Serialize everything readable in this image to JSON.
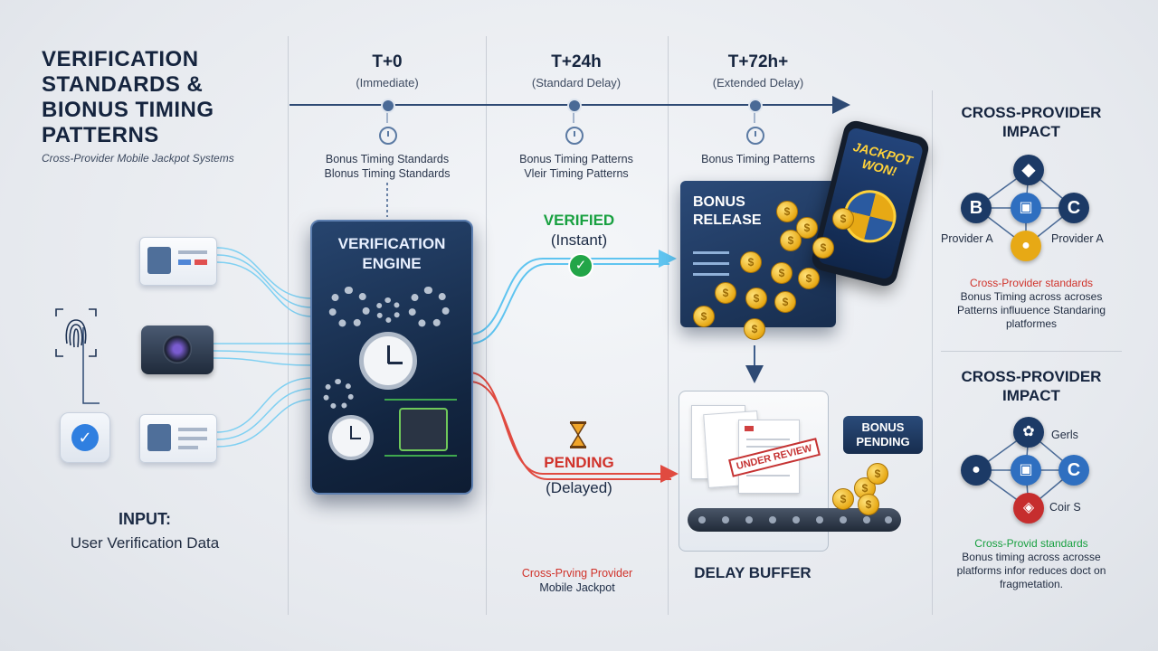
{
  "title": "VERIFICATION STANDARDS & BIONUS TIMING PATTERNS",
  "subtitle": "Cross-Provider Mobile Jackpot Systems",
  "timeline": [
    {
      "label": "T+0",
      "sub": "(Immediate)",
      "note1": "Bonus Timing Standards",
      "note2": "Blonus Timing Standards"
    },
    {
      "label": "T+24h",
      "sub": "(Standard Delay)",
      "note1": "Bonus Timing Patterns",
      "note2": "Vleir Timing Patterns"
    },
    {
      "label": "T+72h+",
      "sub": "(Extended Delay)",
      "note1": "Bonus Timing Patterns",
      "note2": ""
    }
  ],
  "engine": {
    "label": "VERIFICATION ENGINE"
  },
  "input": {
    "label": "INPUT:",
    "sub": "User Verification Data"
  },
  "verified": {
    "label": "VERIFIED",
    "sub": "(Instant)"
  },
  "pending": {
    "label": "PENDING",
    "sub": "(Delayed)"
  },
  "bottom_note": {
    "line1": "Cross-Prving Provider",
    "line2": "Mobile Jackpot"
  },
  "bonus_release": {
    "label": "BONUS RELEASE"
  },
  "phone": {
    "text": "JACKPOT WON!"
  },
  "coin_symbol": "$",
  "buffer": {
    "label": "DELAY BUFFER",
    "stamp": "UNDER REVIEW"
  },
  "bonus_pending": {
    "label": "BONUS PENDING"
  },
  "impact_top": {
    "title": "CROSS-PROVIDER IMPACT",
    "left_letter": "B",
    "right_letter": "C",
    "left_label": "Provider A",
    "right_label": "Provider A",
    "note": [
      "Cross-Provider standards",
      "Bonus Timing across acroses",
      "Patterns influuence Standaring",
      "platformes"
    ]
  },
  "impact_bottom": {
    "title": "CROSS-PROVIDER IMPACT",
    "right_letter": "C",
    "top_label": "Gerls",
    "bottom_label": "Coir S",
    "note": [
      "Cross-Provid standards",
      "Bonus timing across acrosse",
      "platforms infor reduces doct on",
      "fragmetation."
    ]
  },
  "colors": {
    "verified": "#18a040",
    "pending": "#d0322a",
    "navy": "#172d4e",
    "flow_blue": "#5fc4f0"
  }
}
